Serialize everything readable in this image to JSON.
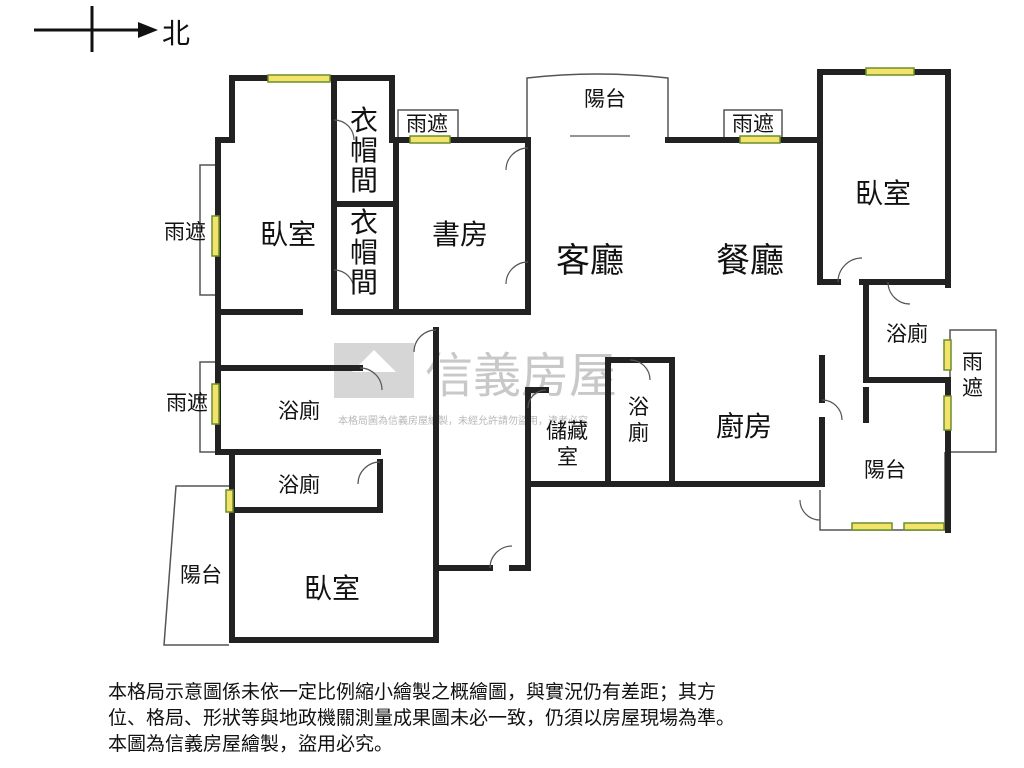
{
  "compass": {
    "north_label": "北"
  },
  "rooms": {
    "bedroom_nw": "臥室",
    "closet_1": [
      "衣",
      "帽",
      "間"
    ],
    "closet_2": [
      "衣",
      "帽",
      "間"
    ],
    "study": "書房",
    "living": "客廳",
    "dining": "餐廳",
    "bedroom_ne": "臥室",
    "bath_east": "浴廁",
    "bath_west_1": "浴廁",
    "bath_west_2": "浴廁",
    "storage": [
      "儲藏",
      "室"
    ],
    "bath_center": [
      "浴",
      "廁"
    ],
    "kitchen": "廚房",
    "balcony_top": "陽台",
    "balcony_east": "陽台",
    "balcony_west": "陽台",
    "bedroom_sw": "臥室"
  },
  "awnings": {
    "top_left": "雨遮",
    "top_right": "雨遮",
    "west_1": "雨遮",
    "west_2": "雨遮",
    "east": [
      "雨",
      "遮"
    ]
  },
  "watermark": {
    "brand": "信義房屋",
    "small": "本格局圖為信義房屋繪製，未經允許請勿盜用，違者必究"
  },
  "notice": {
    "line1": "本格局示意圖係未依一定比例縮小繪製之概繪圖，與實況仍有差距；其方",
    "line2": "位、格局、形狀等與地政機關測量成果圖未必一致，仍須以房屋現場為準。",
    "line3": "本圖為信義房屋繪製，盜用必究。"
  },
  "colors": {
    "wall": "#222222",
    "window_fill": "#f3e36a",
    "window_edge": "#6a8f2a",
    "watermark": "#c8c8c8"
  }
}
